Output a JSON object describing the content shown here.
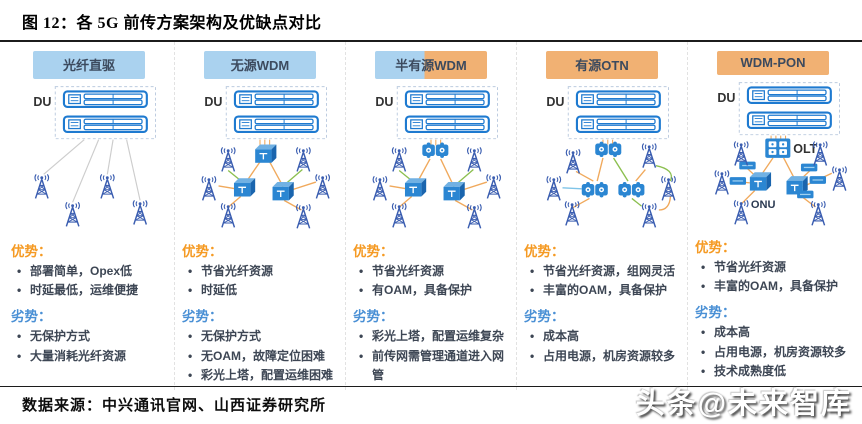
{
  "figure": {
    "title": "图 12：各 5G 前传方案架构及优缺点对比",
    "source": "数据来源：中兴通讯官网、山西证券研究所",
    "watermark": "头条@未来智库"
  },
  "colors": {
    "header_blue": "#aad2ef",
    "header_orange": "#f1b173",
    "advantage_label": "#f59a23",
    "disadvantage_label": "#4a90d5",
    "device_blue": "#2b86d2",
    "server_outline_blue": "#1e7ad0",
    "tower_indigo": "#3a5db0",
    "line_orange": "#f0a95c",
    "line_green": "#8bbf4f",
    "line_gray": "#cdcdcd",
    "line_lightblue": "#7fc4e8"
  },
  "columns": [
    {
      "header": "光纤直驱",
      "header_style": "blue",
      "du_label": "DU",
      "advantages_label": "优势：",
      "advantages": [
        "部署简单，Opex低",
        "时延最低，运维便捷"
      ],
      "disadvantages_label": "劣势：",
      "disadvantages": [
        "无保护方式",
        "大量消耗光纤资源"
      ]
    },
    {
      "header": "无源WDM",
      "header_style": "blue",
      "du_label": "DU",
      "advantages_label": "优势：",
      "advantages": [
        "节省光纤资源",
        "时延低"
      ],
      "disadvantages_label": "劣势：",
      "disadvantages": [
        "无保护方式",
        "无OAM，故障定位困难",
        "彩光上塔，配置运维困难"
      ]
    },
    {
      "header": "半有源WDM",
      "header_style": "split",
      "du_label": "DU",
      "advantages_label": "优势：",
      "advantages": [
        "节省光纤资源",
        "有OAM，具备保护"
      ],
      "disadvantages_label": "劣势：",
      "disadvantages": [
        "彩光上塔，配置运维复杂",
        "前传网需管理通道进入网管"
      ]
    },
    {
      "header": "有源OTN",
      "header_style": "orange",
      "du_label": "DU",
      "advantages_label": "优势：",
      "advantages": [
        "节省光纤资源，组网灵活",
        "丰富的OAM，具备保护"
      ],
      "disadvantages_label": "劣势：",
      "disadvantages": [
        "成本高",
        "占用电源，机房资源较多"
      ]
    },
    {
      "header": "WDM-PON",
      "header_style": "orange",
      "du_label": "DU",
      "olt_label": "OLT",
      "onu_label": "ONU",
      "advantages_label": "优势：",
      "advantages": [
        "节省光纤资源",
        "丰富的OAM，具备保护"
      ],
      "disadvantages_label": "劣势：",
      "disadvantages": [
        "成本高",
        "占用电源，机房资源较多",
        "技术成熟度低"
      ]
    }
  ]
}
